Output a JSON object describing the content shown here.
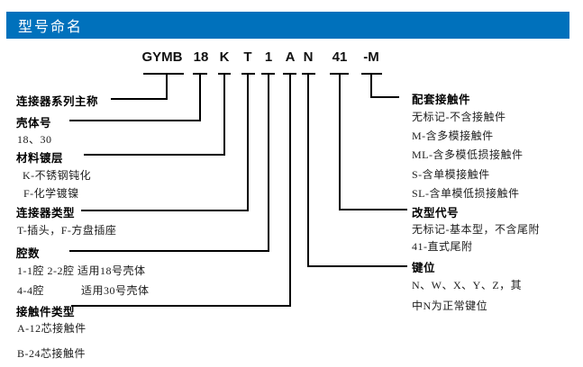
{
  "header": {
    "title": "型号命名"
  },
  "colors": {
    "header_bg": "#0071BC",
    "line": "#000000"
  },
  "model_code": {
    "parts": [
      "GYMB",
      "18",
      "K",
      "T",
      "1",
      "A",
      "N",
      "41",
      "-M"
    ]
  },
  "left_column": {
    "series_label": "连接器系列主称",
    "shell_label": "壳体号",
    "shell_item": "18、30",
    "plating_label": "材料镀层",
    "plating_item1": "K-不锈钢钝化",
    "plating_item2": "F-化学镀镍",
    "type_label": "连接器类型",
    "type_item": "T-插头，F-方盘插座",
    "cavity_label": "腔数",
    "cavity_item1": "1-1腔  2-2腔  适用18号壳体",
    "cavity_item2": "4-4腔　　　 适用30号壳体",
    "contact_label": "接触件类型",
    "contact_item1": "A-12芯接触件",
    "contact_item2": "B-24芯接触件"
  },
  "right_column": {
    "mating_label": "配套接触件",
    "mating_item1": "无标记-不含接触件",
    "mating_item2": "M-含多模接触件",
    "mating_item3": "ML-含多模低损接触件",
    "mating_item4": "S-含单模接触件",
    "mating_item5": "SL-含单模低损接触件",
    "variant_label": "改型代号",
    "variant_item1": "无标记-基本型，不含尾附",
    "variant_item2": "41-直式尾附",
    "key_label": "键位",
    "key_item1": "N、W、X、Y、Z，其",
    "key_item2": "中N为正常键位"
  }
}
